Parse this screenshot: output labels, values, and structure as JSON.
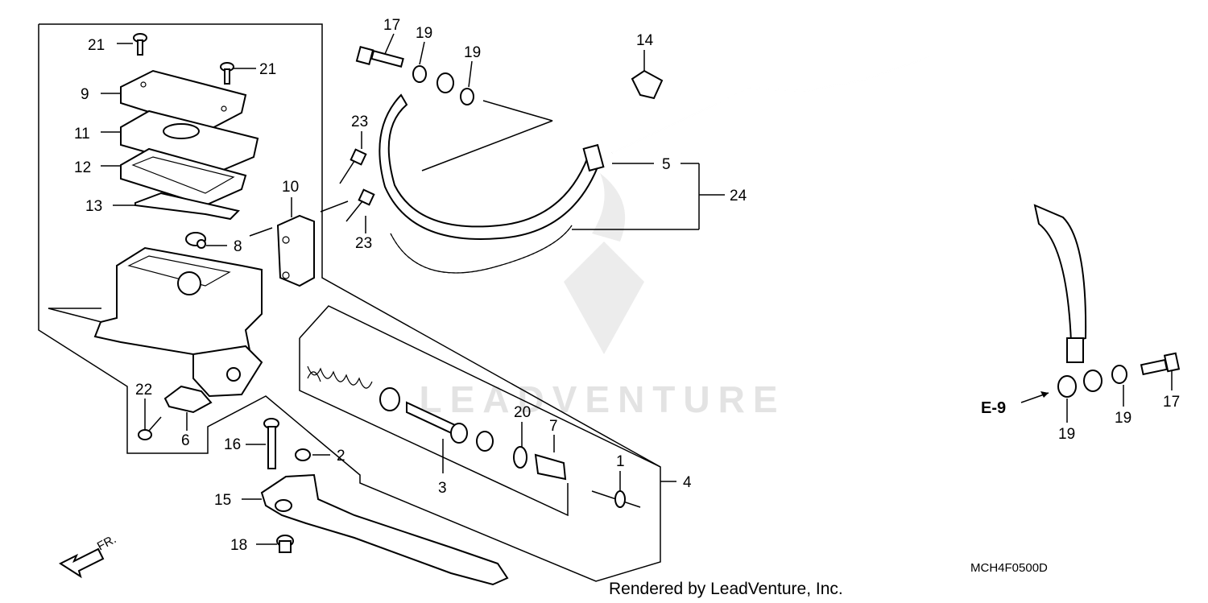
{
  "diagram": {
    "parts": [
      {
        "id": "p1",
        "label": "1"
      },
      {
        "id": "p2",
        "label": "2"
      },
      {
        "id": "p3",
        "label": "3"
      },
      {
        "id": "p4",
        "label": "4"
      },
      {
        "id": "p5",
        "label": "5"
      },
      {
        "id": "p6",
        "label": "6"
      },
      {
        "id": "p7",
        "label": "7"
      },
      {
        "id": "p8",
        "label": "8"
      },
      {
        "id": "p9",
        "label": "9"
      },
      {
        "id": "p10",
        "label": "10"
      },
      {
        "id": "p11",
        "label": "11"
      },
      {
        "id": "p12",
        "label": "12"
      },
      {
        "id": "p13",
        "label": "13"
      },
      {
        "id": "p14",
        "label": "14"
      },
      {
        "id": "p15",
        "label": "15"
      },
      {
        "id": "p16",
        "label": "16"
      },
      {
        "id": "p17a",
        "label": "17"
      },
      {
        "id": "p17b",
        "label": "17"
      },
      {
        "id": "p18",
        "label": "18"
      },
      {
        "id": "p19a",
        "label": "19"
      },
      {
        "id": "p19b",
        "label": "19"
      },
      {
        "id": "p19c",
        "label": "19"
      },
      {
        "id": "p19d",
        "label": "19"
      },
      {
        "id": "p20",
        "label": "20"
      },
      {
        "id": "p21a",
        "label": "21"
      },
      {
        "id": "p21b",
        "label": "21"
      },
      {
        "id": "p22",
        "label": "22"
      },
      {
        "id": "p23a",
        "label": "23"
      },
      {
        "id": "p23b",
        "label": "23"
      },
      {
        "id": "p24",
        "label": "24"
      }
    ],
    "reference": "E-9",
    "front_marker": "FR.",
    "diagram_code": "MCH4F0500D",
    "credit": "Rendered by LeadVenture, Inc.",
    "watermark": "LEADVENTURE",
    "colors": {
      "ink": "#000000",
      "watermark": "#e3e3e3",
      "background": "#ffffff"
    }
  }
}
